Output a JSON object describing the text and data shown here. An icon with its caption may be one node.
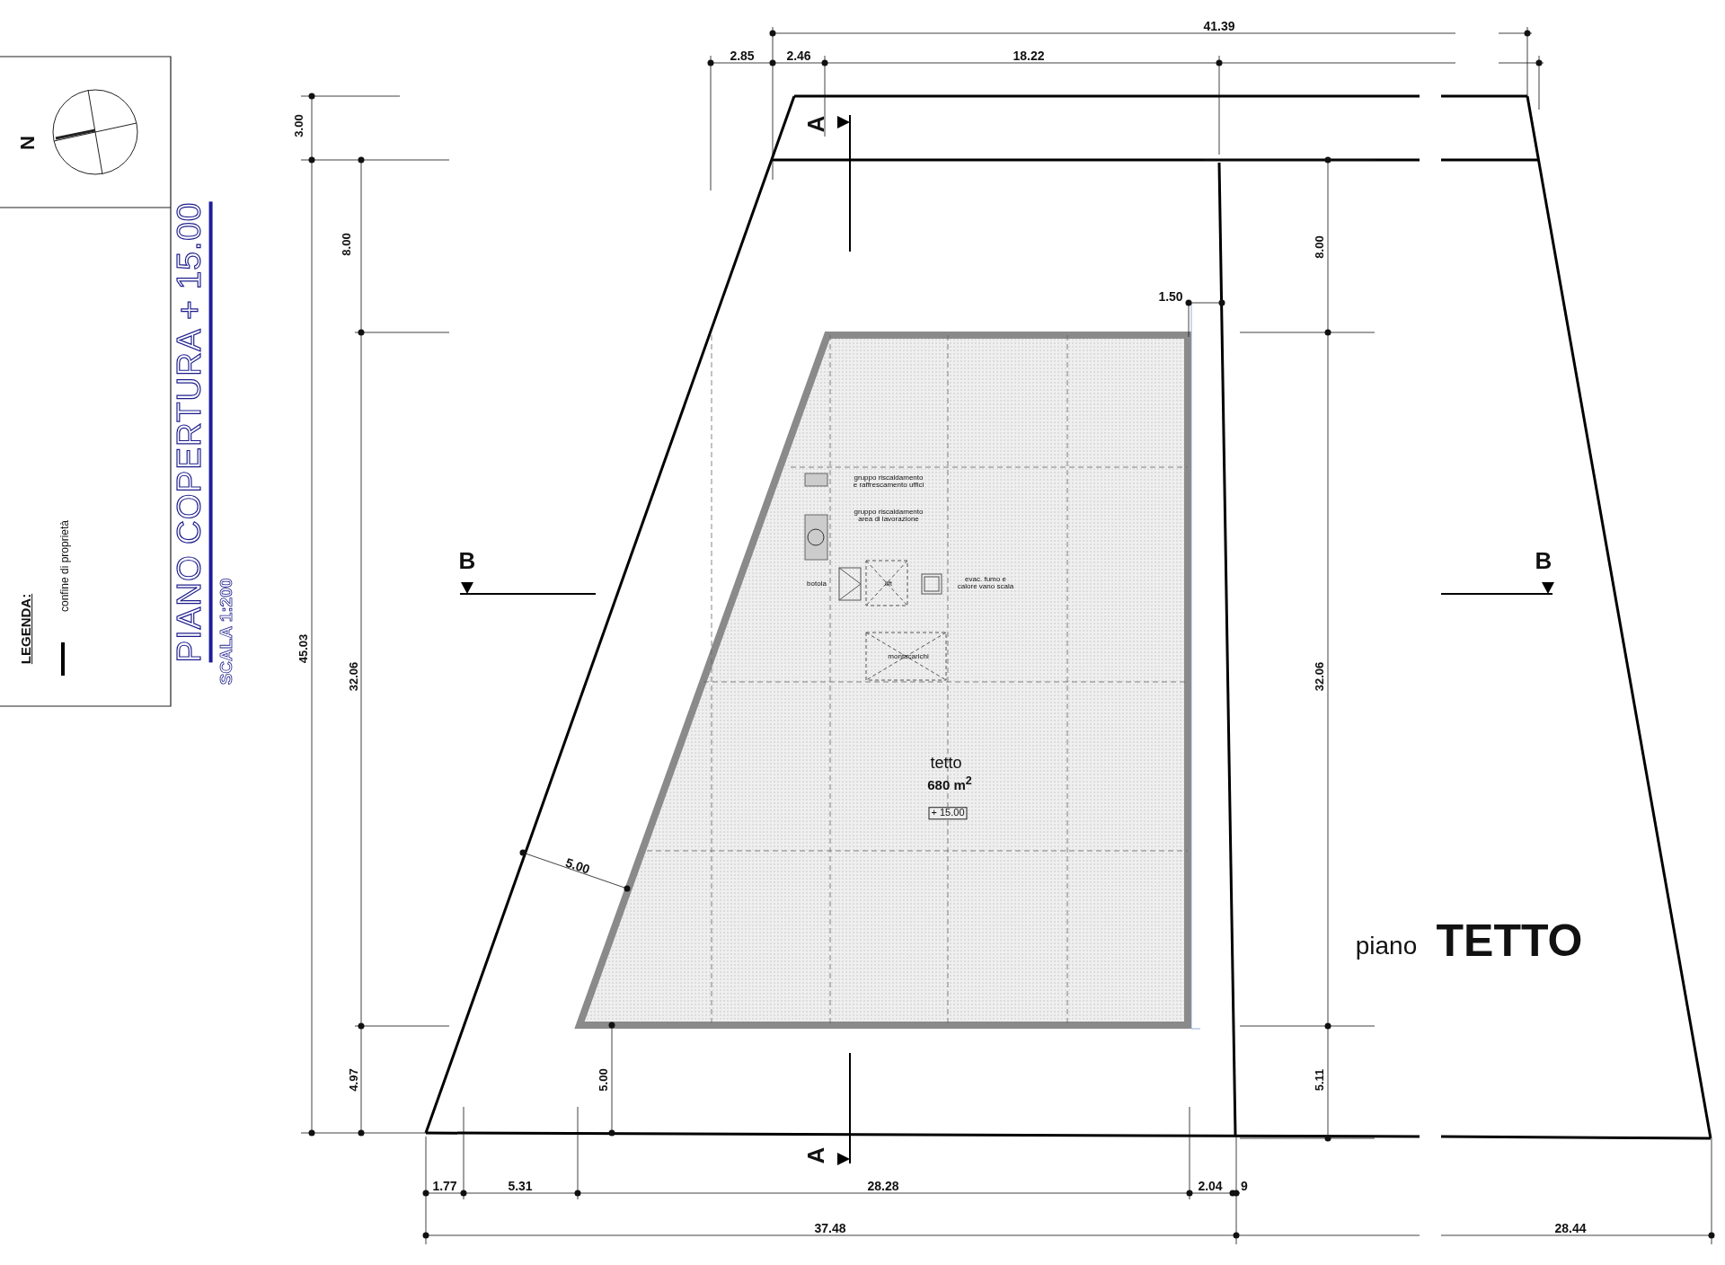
{
  "diagram": {
    "title": "PIANO COPERTURA + 15.00",
    "caption": "SCALA 1:200",
    "labels": [
      "N",
      "LEGENDA:",
      "41.39",
      "2.85",
      "2.46",
      "18.22",
      "3.00",
      "8.00",
      "A",
      "8.00",
      "1.50",
      "gruppo riscaldamento e raffrescamento uffici",
      "gruppo riscaldamento area di lavorazione",
      "B",
      "botola",
      "lift",
      "evac. fumo e calore vano scala",
      "B",
      "montacarichi",
      "45.03",
      "32.06",
      "32.06",
      "tetto",
      "680 m$^{2}$",
      "+ 15.00",
      "5.00",
      "piano",
      "TETTO",
      "4.97",
      "5.00",
      "5.11",
      "A",
      "1.77",
      "5.31",
      "28.28",
      "2.04",
      "9",
      "37.48",
      "28.44"
    ],
    "legend": [
      {
        "text": "confine di proprietà"
      }
    ]
  }
}
